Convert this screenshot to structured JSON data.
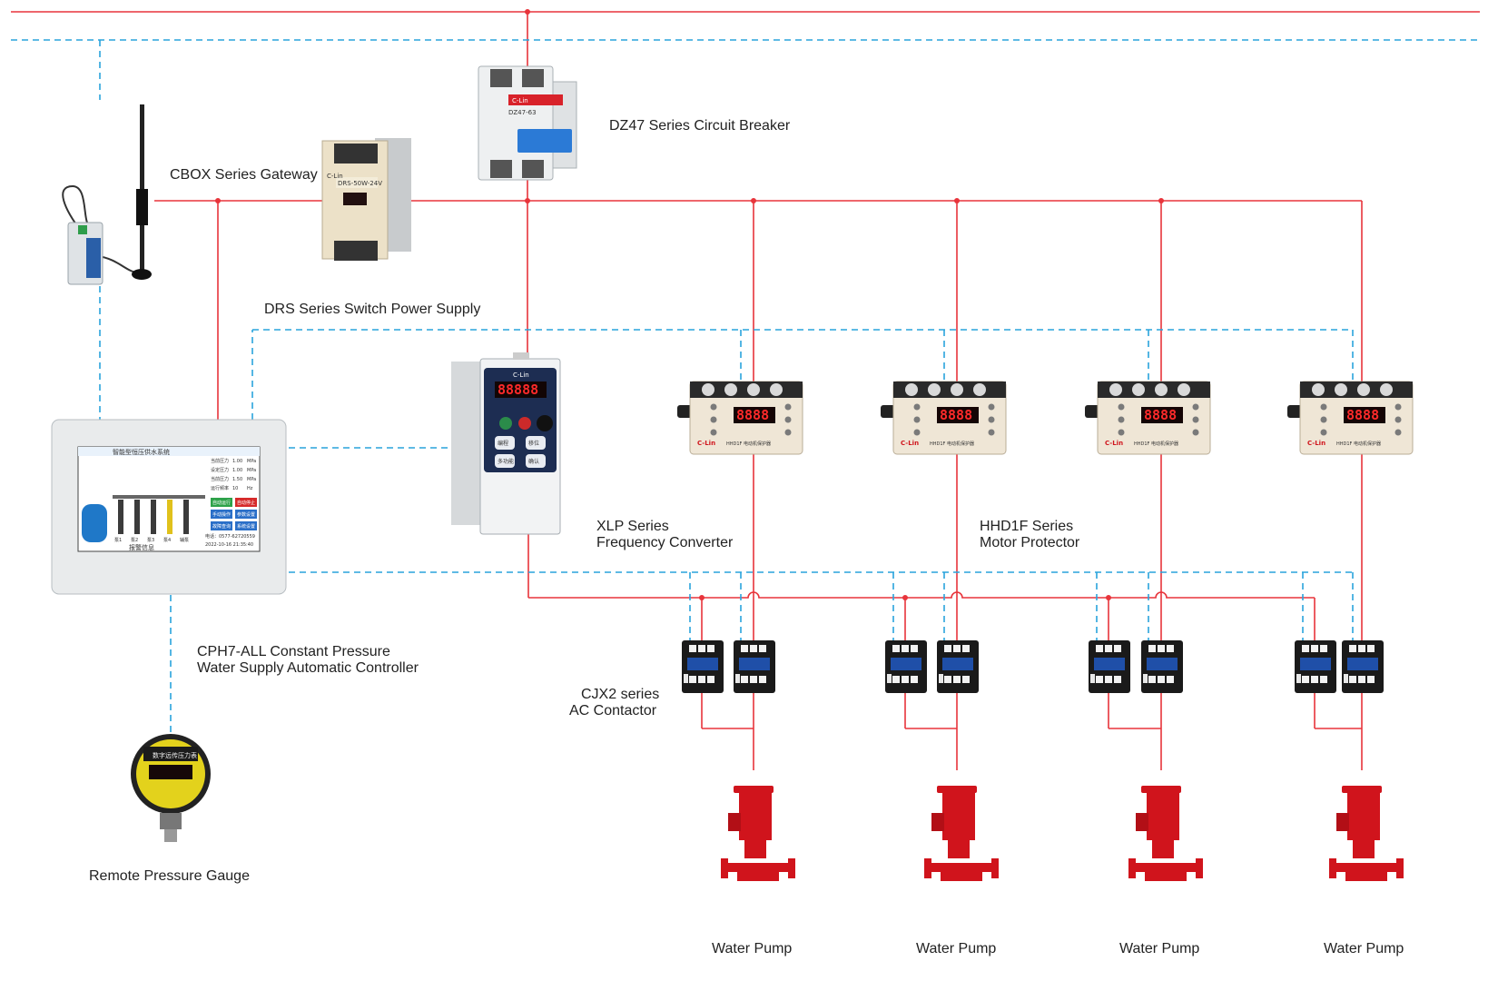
{
  "colors": {
    "power_line": "#e8343b",
    "signal_line": "#29a3dc",
    "pump_red": "#d0141c",
    "device_grey": "#eef0f1",
    "relay_beige": "#efe6d6",
    "contactor_blue": "#1f4fa8"
  },
  "labels": {
    "circuit_breaker": "DZ47 Series Circuit Breaker",
    "gateway": "CBOX Series Gateway",
    "power_supply": "DRS Series Switch Power Supply",
    "freq_converter_l1": "XLP Series",
    "freq_converter_l2": "Frequency Converter",
    "motor_protector_l1": "HHD1F Series",
    "motor_protector_l2": "Motor Protector",
    "contactor_l1": "CJX2 series",
    "contactor_l2": "AC Contactor",
    "controller_l1": "CPH7-ALL Constant Pressure",
    "controller_l2": "Water Supply Automatic Controller",
    "pressure_gauge": "Remote Pressure Gauge",
    "pumps": [
      "Water Pump",
      "Water Pump",
      "Water Pump",
      "Water Pump"
    ]
  },
  "devices": {
    "breaker_model": "DZ47-63",
    "power_supply_model": "DRS-50W-24V",
    "brand": "C-Lin",
    "inverter_display": "88888",
    "inverter_keys": [
      "编程",
      "移位",
      "多功能",
      "确认"
    ],
    "protector_display": "8888",
    "protector_model": "HHD1F 电动机保护器",
    "hmi_title": "智能型恒压供水系统",
    "hmi_params": [
      {
        "name": "当前压力",
        "value": "1.00",
        "unit": "MPa"
      },
      {
        "name": "设定压力",
        "value": "1.00",
        "unit": "MPa"
      },
      {
        "name": "当前压力",
        "value": "1.50",
        "unit": "MPa"
      },
      {
        "name": "运行频率",
        "value": "10",
        "unit": "Hz"
      }
    ],
    "hmi_buttons": [
      "自动运行",
      "自动停止",
      "手动操作",
      "参数设置",
      "故障查询",
      "系统设置"
    ],
    "hmi_pumps": [
      "泵1",
      "泵2",
      "泵3",
      "泵4",
      "辅泵"
    ],
    "hmi_footer": "报警信息",
    "hmi_phone": "电话：0577-62720559",
    "hmi_datetime": "2022-10-16    21:35:40",
    "gauge_title": "数字远传压力表"
  }
}
